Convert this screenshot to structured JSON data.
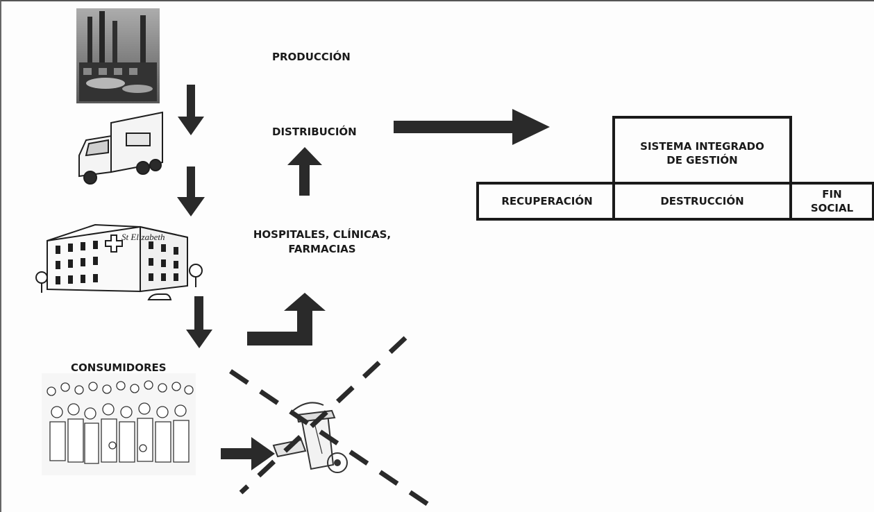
{
  "stages": {
    "production": "PRODUCCIÓN",
    "distribution": "DISTRIBUCIÓN",
    "hospitals_line1": "HOSPITALES, CLÍNICAS,",
    "hospitals_line2": "FARMACIAS",
    "consumers": "CONSUMIDORES"
  },
  "system": {
    "title_line1": "SISTEMA INTEGRADO",
    "title_line2": "DE GESTIÓN",
    "recovery": "RECUPERACIÓN",
    "destruction": "DESTRUCCIÓN",
    "social_line1": "FIN",
    "social_line2": "SOCIAL"
  },
  "hospital_sign": "St Elizabeth",
  "icons": [
    "factory-icon",
    "truck-icon",
    "hospital-icon",
    "crowd-icon",
    "trash-can-icon"
  ],
  "colors": {
    "arrow": "#2a2a2a",
    "border": "#1a1a1a",
    "dash": "#2a2a2a"
  }
}
